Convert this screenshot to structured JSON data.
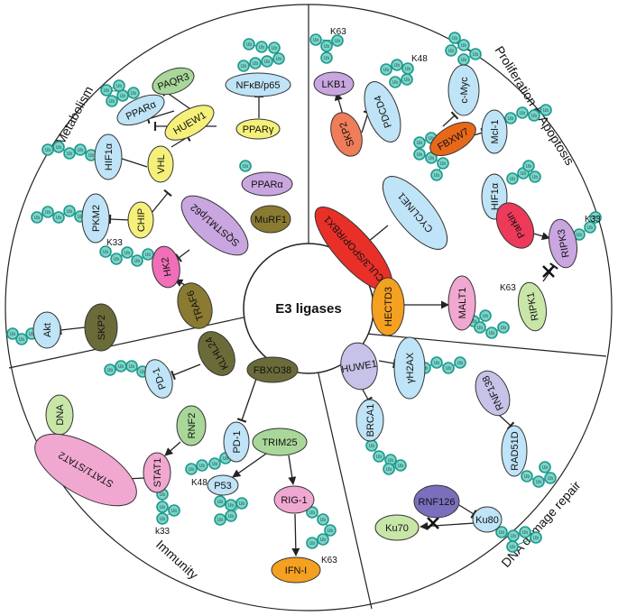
{
  "center_title": "E3 ligases",
  "sections": {
    "metabolism": "Metabolism",
    "proliferation": "Proliferation & Apoptosis",
    "dna_repair": "DNA damage repair",
    "immunity": "Immunity"
  },
  "nodes": {
    "paqr3": "PAQR3",
    "ppara_1": "PPARα",
    "huew1": "HUEW1",
    "nfkb": "NFκB/p65",
    "ppary": "PPARγ",
    "hif1a_1": "HIF1α",
    "vhl": "VHL",
    "ppara_2": "PPARα",
    "murf1": "MuRF1",
    "pkm2": "PKM2",
    "chip": "CHIP",
    "sqstm1": "SQSTM1/p62",
    "hk2": "HK2",
    "traf6": "TRAF6",
    "akt": "Akt",
    "skp2_1": "SKP2",
    "lkb1": "LKB1",
    "skp2_2": "SKP2",
    "pdcd4": "PDCD4",
    "cmyc": "c-Myc",
    "fbxw7": "FBXW7",
    "mcl1": "Mcl-1",
    "cycline1": "CYCLINE1",
    "cul3": "CUL3/SPOP/RBX1",
    "hif1a_2": "HIF1α",
    "parkin": "Parkin",
    "ripk3": "RIPK3",
    "hectd3": "HECTD3",
    "malt1": "MALT1",
    "ripk1": "RIPK1",
    "klhl24": "KLHL24",
    "pd1_1": "PD-1",
    "fbxo38": "FBXO38",
    "pd1_2": "PD-1",
    "dna": "DNA",
    "rnf2": "RNF2",
    "stat1": "STAT1",
    "stat12": "STAT1/STAT2",
    "trim25": "TRIM25",
    "p53": "P53",
    "rig1": "RIG-1",
    "ifn": "IFN-I",
    "huwe1": "HUWE1",
    "yh2ax": "γH2AX",
    "brca1": "BRCA1",
    "rnf138": "RNF138",
    "rad51d": "RAD51D",
    "rnf126": "RNF126",
    "ku80": "Ku80",
    "ku70": "Ku70"
  },
  "labels": {
    "k63_lkb1": "K63",
    "k48_pdcd4": "K48",
    "k33_hk2": "K33",
    "k33_ripk3": "K33",
    "k63_malt1": "K63",
    "k48_pd1": "K48",
    "k33_stat1": "k33",
    "k63_rig1": "K63",
    "ub": "Ub"
  },
  "colors": {
    "ub_fill": "#7fd3c8",
    "ub_stroke": "#1a9a8c",
    "light_blue": "#bfe3f7",
    "green": "#a9d79a",
    "yellow": "#f5f07a",
    "orange": "#f4a020",
    "purple": "#c9a6e0",
    "pink": "#f0a8d0",
    "magenta": "#f06fb8",
    "olive": "#8a7a32",
    "dark_olive": "#6b6b3a",
    "salmon": "#f07d5a",
    "dark_orange": "#e8681a",
    "red": "#e83028",
    "red_pink": "#ee3a5a",
    "lavender": "#c6c2e8",
    "slate_purple": "#7a6fbc",
    "dark_green": "#6b8a5a",
    "sage": "#8aa07a",
    "light_green": "#c8e6a8"
  }
}
